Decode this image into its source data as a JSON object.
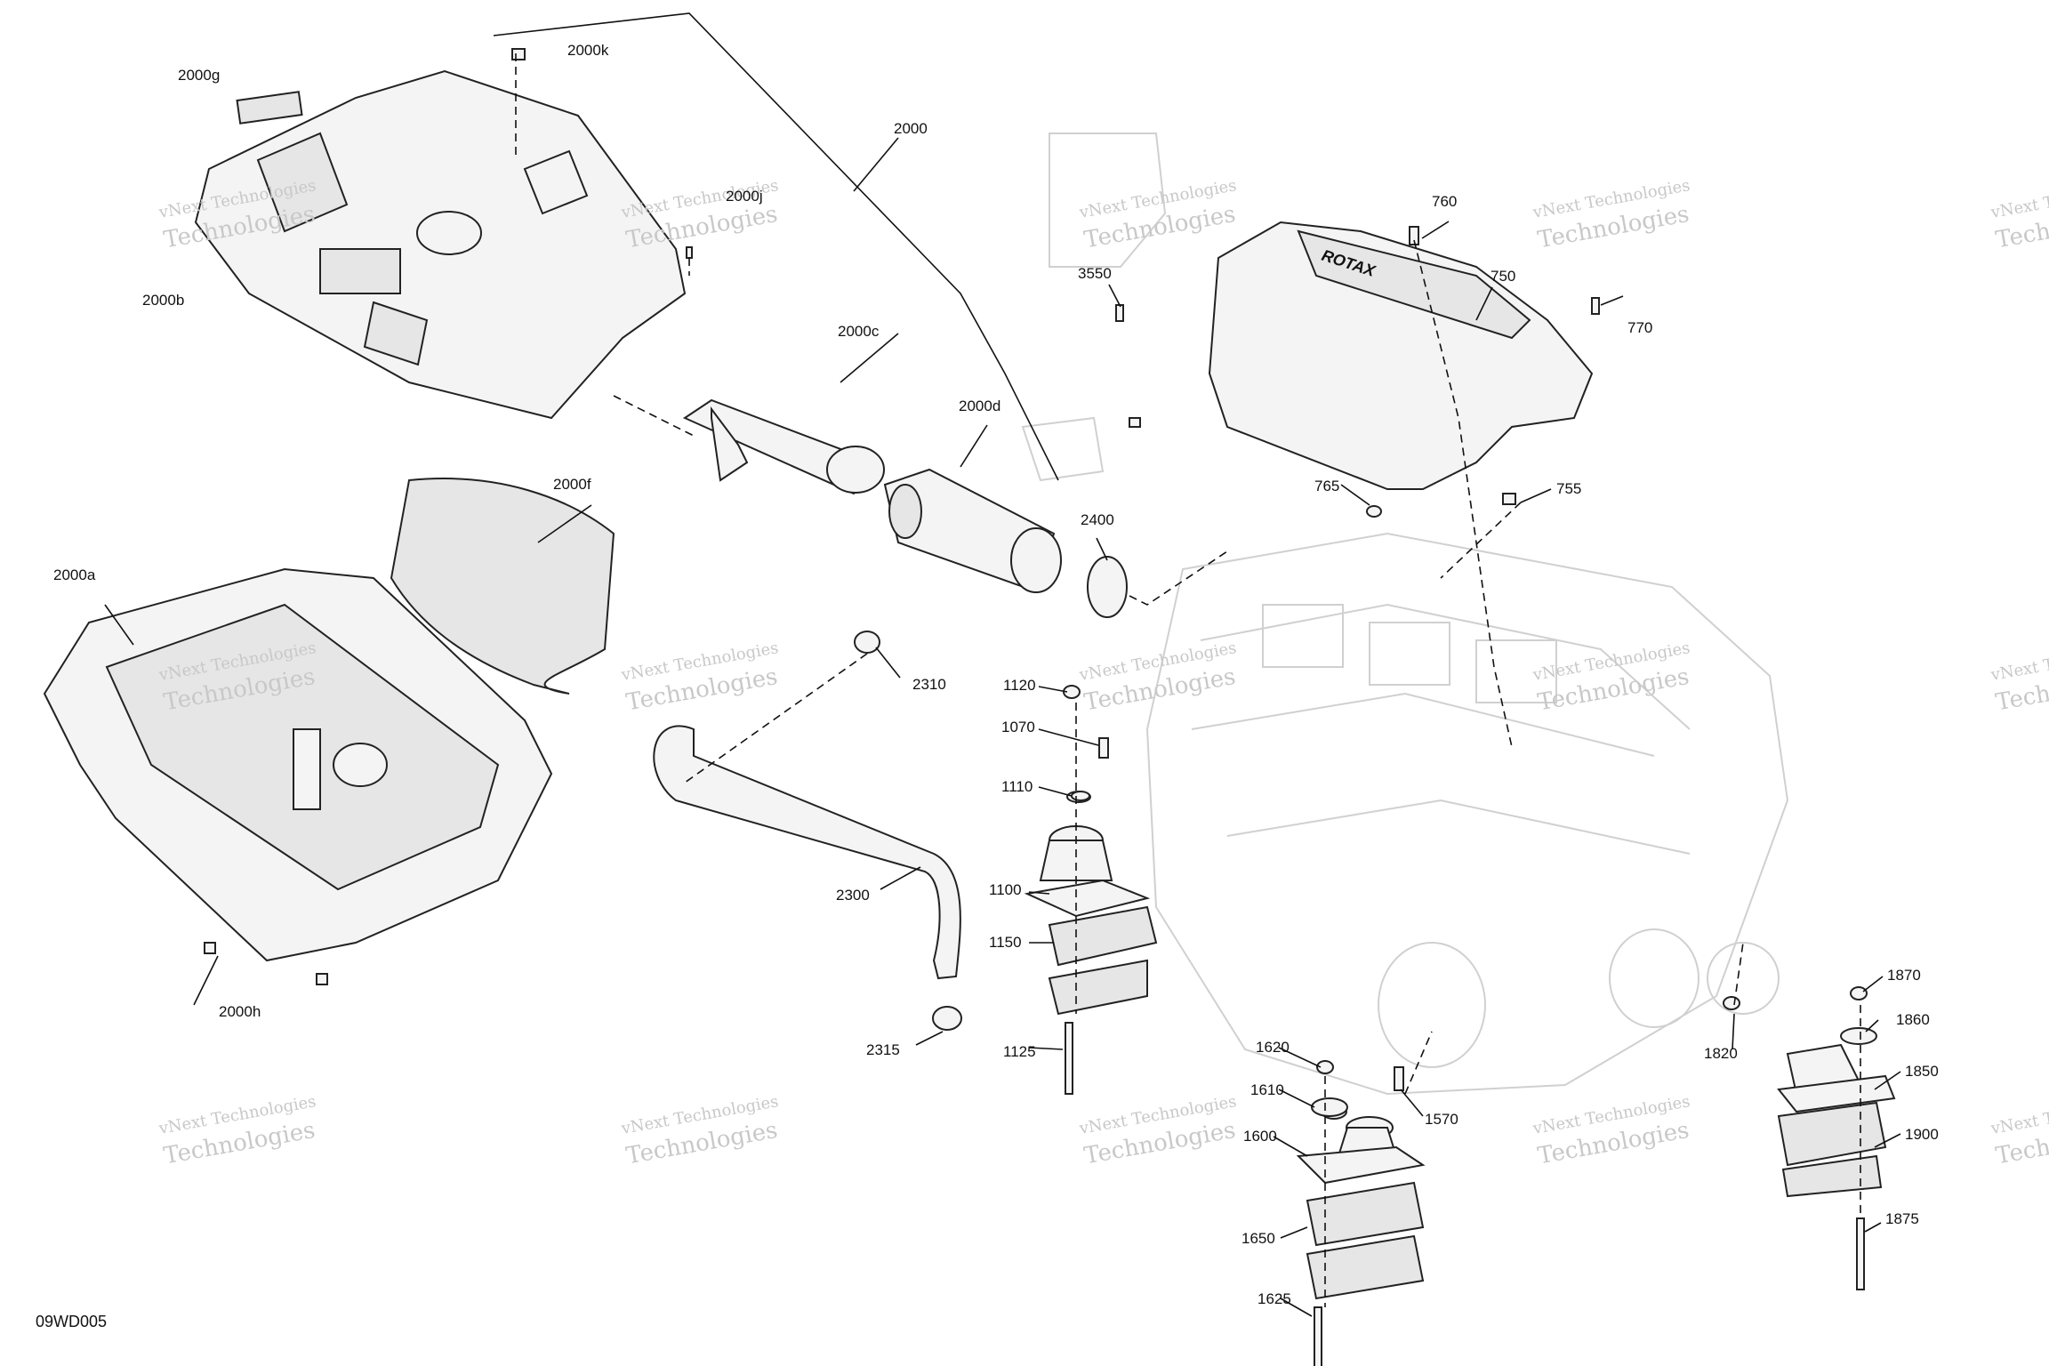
{
  "figure_id": "09WD005",
  "watermark": {
    "line1": "vNext Technologies",
    "line2": "Technologies"
  },
  "brand_mark": "ROTAX",
  "callouts": [
    "2000g",
    "2000k",
    "2000",
    "2000j",
    "2000b",
    "2000c",
    "2000d",
    "2000f",
    "2000a",
    "2000h",
    "2400",
    "2310",
    "2300",
    "2315",
    "760",
    "750",
    "770",
    "3550",
    "765",
    "755",
    "1120",
    "1070",
    "1110",
    "1100",
    "1150",
    "1125",
    "1620",
    "1610",
    "1570",
    "1600",
    "1650",
    "1625",
    "1870",
    "1860",
    "1820",
    "1850",
    "1900",
    "1875"
  ],
  "colors": {
    "line": "#222222",
    "fill": "#f4f4f4",
    "ghost": "#d0d0d0",
    "watermark": "#c8c8c8"
  }
}
